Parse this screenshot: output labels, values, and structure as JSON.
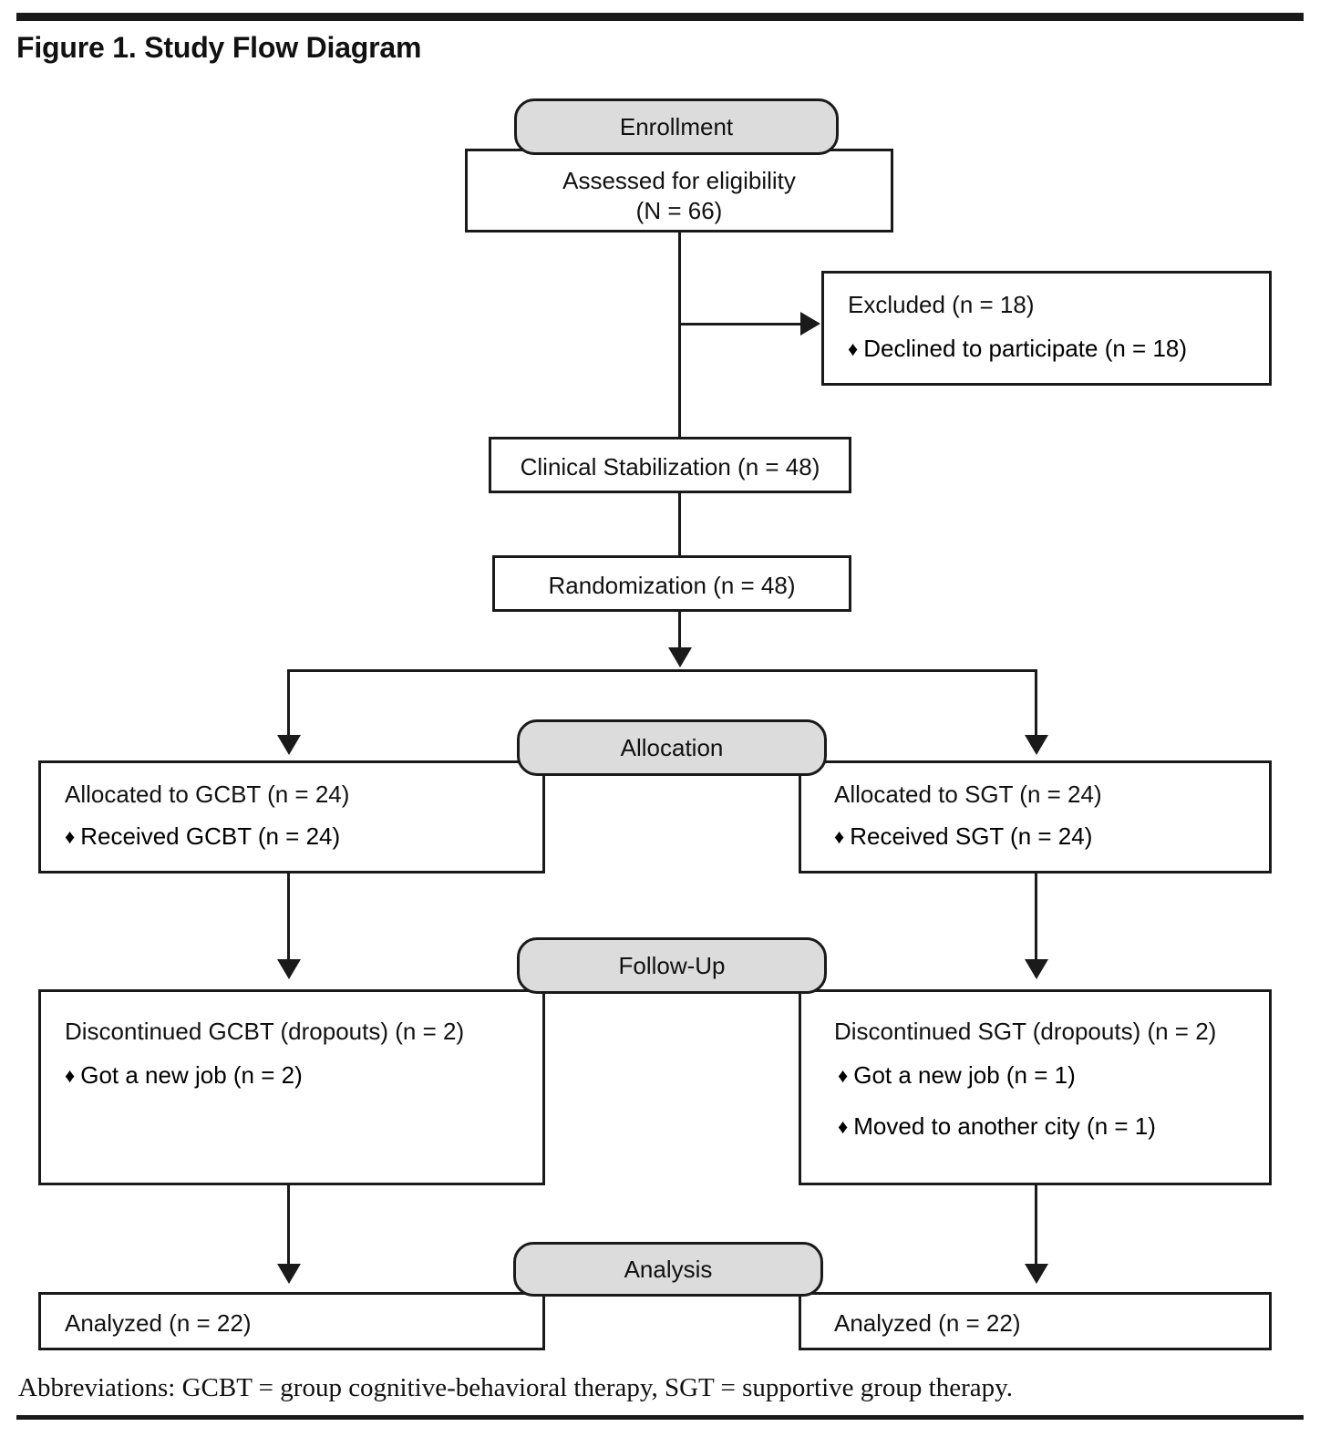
{
  "figure": {
    "title": "Figure 1. Study Flow Diagram",
    "footnote": "Abbreviations: GCBT = group cognitive-behavioral therapy, SGT = supportive group therapy.",
    "bullet_glyph": "♦"
  },
  "stages": {
    "enrollment": "Enrollment",
    "allocation": "Allocation",
    "followup": "Follow-Up",
    "analysis": "Analysis"
  },
  "nodes": {
    "assessed": {
      "line1": "Assessed for eligibility",
      "line2": "(N = 66)"
    },
    "excluded": {
      "lead": "Excluded (n = 18)",
      "bullets": [
        "Declined to participate (n = 18)"
      ]
    },
    "stabilization": "Clinical Stabilization (n = 48)",
    "randomization": "Randomization (n = 48)",
    "alloc_left": {
      "lead": "Allocated to GCBT (n = 24)",
      "bullets": [
        "Received GCBT (n = 24)"
      ]
    },
    "alloc_right": {
      "lead": "Allocated to SGT (n = 24)",
      "bullets": [
        "Received SGT (n = 24)"
      ]
    },
    "follow_left": {
      "lead": "Discontinued GCBT (dropouts) (n = 2)",
      "bullets": [
        "Got a new job (n = 2)"
      ]
    },
    "follow_right": {
      "lead": "Discontinued SGT (dropouts) (n = 2)",
      "bullets": [
        "Got a new job (n = 1)",
        "Moved to another city (n = 1)"
      ]
    },
    "analyzed_left": "Analyzed (n = 22)",
    "analyzed_right": "Analyzed (n = 22)"
  },
  "chart_data": {
    "type": "diagram",
    "title": "Figure 1. Study Flow Diagram",
    "diagram_type": "CONSORT participant flow",
    "stages": [
      "Enrollment",
      "Allocation",
      "Follow-Up",
      "Analysis"
    ],
    "arms": [
      "GCBT",
      "SGT"
    ],
    "counts": {
      "assessed_for_eligibility": 66,
      "excluded_total": 18,
      "excluded_declined_to_participate": 18,
      "clinical_stabilization": 48,
      "randomized": 48,
      "allocated_gcbt": 24,
      "received_gcbt": 24,
      "allocated_sgt": 24,
      "received_sgt": 24,
      "discontinued_gcbt": 2,
      "gcbt_got_new_job": 2,
      "discontinued_sgt": 2,
      "sgt_got_new_job": 1,
      "sgt_moved_to_another_city": 1,
      "analyzed_gcbt": 22,
      "analyzed_sgt": 22
    },
    "colors": {
      "pill_fill": "#dcdcdc",
      "stroke": "#1a1a1a",
      "box_fill": "#ffffff"
    }
  }
}
